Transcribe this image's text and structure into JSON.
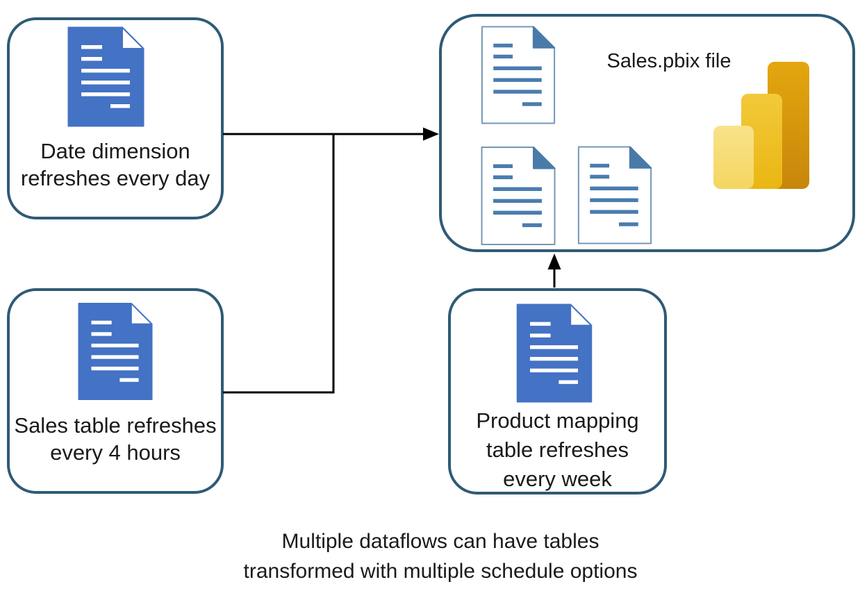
{
  "nodes": {
    "date_dimension": {
      "label_lines": [
        "Date dimension",
        "refreshes every day"
      ]
    },
    "sales_table": {
      "label_lines": [
        "Sales table refreshes",
        "every 4 hours"
      ]
    },
    "product_mapping": {
      "label_lines": [
        "Product mapping",
        "table refreshes",
        "every week"
      ]
    },
    "sales_pbix": {
      "title": "Sales.pbix file"
    }
  },
  "caption_lines": [
    "Multiple dataflows can have tables",
    "transformed with multiple schedule options"
  ],
  "icons": {
    "blue_document": "dataflow-document-icon",
    "outline_document": "table-document-icon",
    "power_bi": "power-bi-logo-icon"
  },
  "colors": {
    "box_border": "#2F5A76",
    "document_blue_fill": "#4472C4",
    "document_outline": "#7596B5",
    "document_fold": "#4A7AA8",
    "document_line_blue": "#4A7CAF",
    "arrow": "#000000",
    "powerbi_bar_light": "#F6DC75",
    "powerbi_bar_mid": "#EEC226",
    "powerbi_bar_dark": "#D6970D",
    "text": "#1A1A1A",
    "background": "#FFFFFF"
  }
}
